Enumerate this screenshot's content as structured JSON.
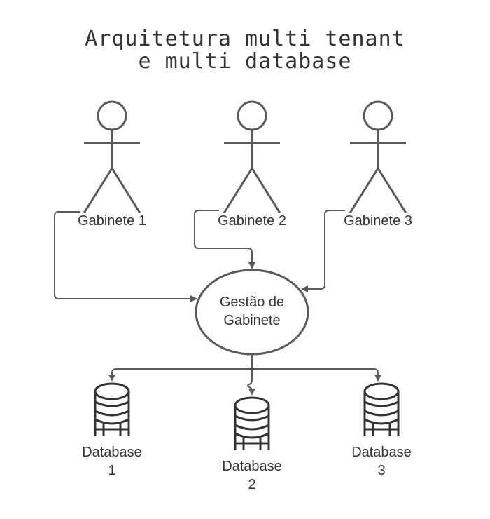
{
  "diagram": {
    "title_line1": "Arquitetura multi tenant",
    "title_line2": "e multi database",
    "actors": [
      {
        "label": "Gabinete 1"
      },
      {
        "label": "Gabinete 2"
      },
      {
        "label": "Gabinete 3"
      }
    ],
    "hub": {
      "line1": "Gestão de",
      "line2": "Gabinete"
    },
    "databases": [
      {
        "line1": "Database",
        "line2": "1"
      },
      {
        "line1": "Database",
        "line2": "2"
      },
      {
        "line1": "Database",
        "line2": "3"
      }
    ],
    "stroke_color": "#595959",
    "icon": "database-icon"
  }
}
